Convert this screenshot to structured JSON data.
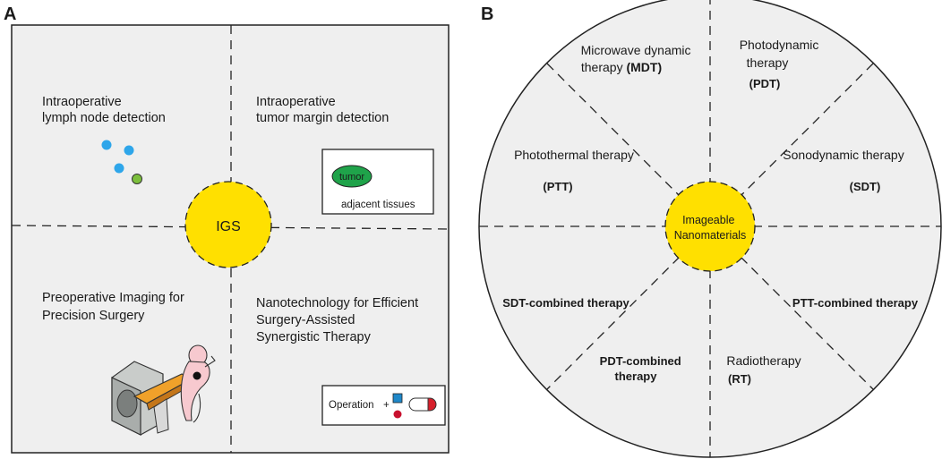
{
  "panelA": {
    "label": "A",
    "q_tl": [
      "Intraoperative",
      "lymph node detection"
    ],
    "q_tr": [
      "Intraoperative",
      "tumor margin detection"
    ],
    "q_bl": [
      "Preoperative Imaging for",
      "Precision Surgery"
    ],
    "q_br": [
      "Nanotechnology for Efficient",
      "Surgery-Assisted",
      "Synergistic Therapy"
    ],
    "center": "IGS",
    "tumor_label": "tumor",
    "adjacent_label": "adjacent tissues",
    "operation_label": "Operation",
    "plus": "+"
  },
  "panelB": {
    "label": "B",
    "center": [
      "Imageable",
      "Nanomaterials"
    ],
    "mdt": [
      "Microwave dynamic",
      "therapy ",
      "(MDT)"
    ],
    "pdt": [
      "Photodynamic",
      "therapy",
      "(PDT)"
    ],
    "ptt": [
      "Photothermal therapy",
      "(PTT)"
    ],
    "sdt": [
      "Sonodynamic therapy",
      "(SDT)"
    ],
    "sdt_combined": "SDT-combined therapy",
    "ptt_combined": "PTT-combined therapy",
    "pdt_combined": [
      "PDT-combined",
      "therapy"
    ],
    "rt": [
      "Radiotherapy",
      "(RT)"
    ]
  },
  "colors": {
    "panel_bg": "#efefef",
    "center_fill": "#ffe000",
    "dot_blue": "#2ea6ea",
    "dot_green": "#7cbf3c",
    "tumor_green": "#1fa34a",
    "square_blue": "#1f88c9",
    "dot_red": "#c8102e"
  }
}
